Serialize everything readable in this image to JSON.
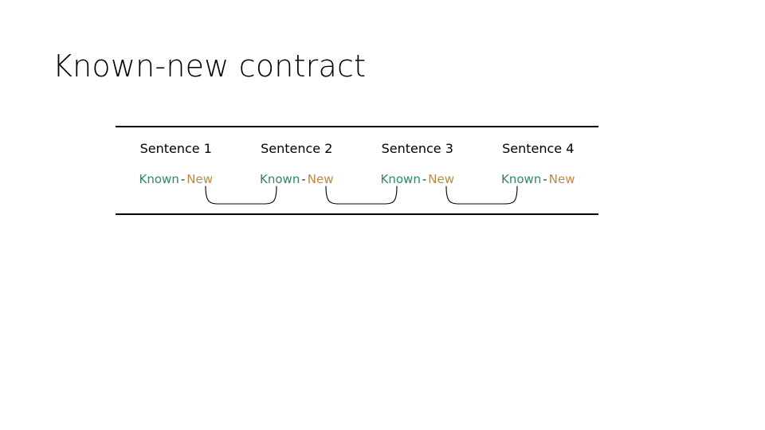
{
  "slide": {
    "title": "Known-new contract",
    "background_color": "#ffffff"
  },
  "diagram": {
    "type": "known-new-chain",
    "known_color": "#2E8B57",
    "new_color": "#C4883C",
    "dash_color": "#1d3d2b",
    "rule_color": "#000000",
    "columns": [
      {
        "header": "Sentence 1",
        "known_label": "Known",
        "separator": "-",
        "new_label": "New",
        "has_outgoing_link": true
      },
      {
        "header": "Sentence 2",
        "known_label": "Known",
        "separator": "-",
        "new_label": "New",
        "has_outgoing_link": true
      },
      {
        "header": "Sentence 3",
        "known_label": "Known",
        "separator": "-",
        "new_label": "New",
        "has_outgoing_link": true
      },
      {
        "header": "Sentence 4",
        "known_label": "Known",
        "separator": "-",
        "new_label": "New",
        "has_outgoing_link": false
      }
    ],
    "links": [
      {
        "from": "Sentence 1 New",
        "to": "Sentence 2 Known"
      },
      {
        "from": "Sentence 2 New",
        "to": "Sentence 3 Known"
      },
      {
        "from": "Sentence 3 New",
        "to": "Sentence 4 Known"
      }
    ]
  }
}
